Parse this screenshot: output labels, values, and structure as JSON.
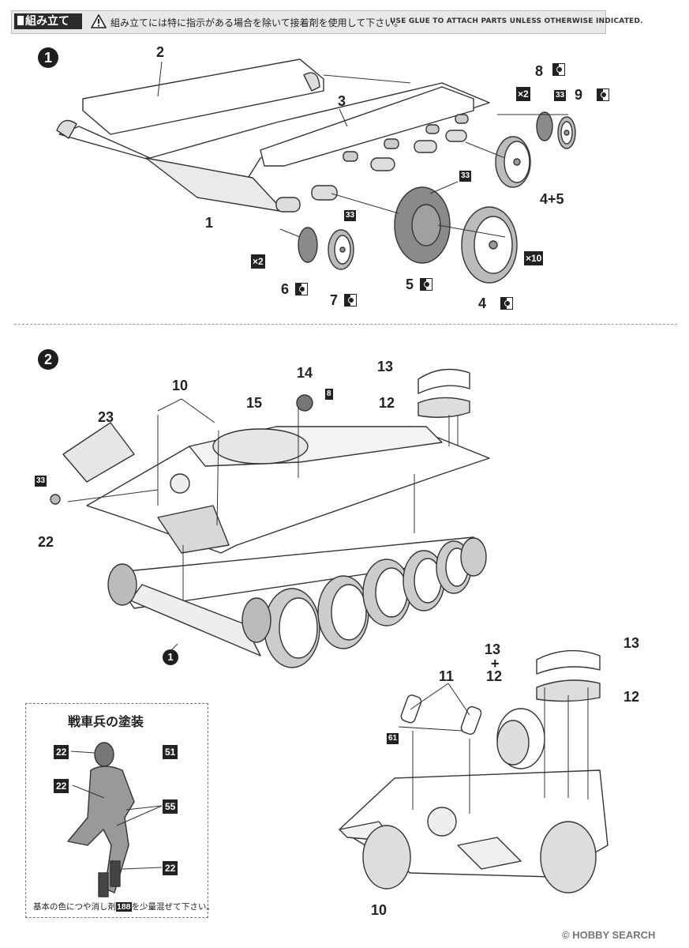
{
  "header": {
    "title": "組み立て",
    "warning_jp": "組み立てには特に指示がある場合を除いて接着剤を使用して下さい。",
    "warning_en": "USE GLUE TO ATTACH PARTS UNLESS OTHERWISE INDICATED."
  },
  "step1": {
    "number": "1",
    "parts": {
      "p1": "1",
      "p2": "2",
      "p3": "3",
      "p4": "4",
      "p45": "4+5",
      "p5": "5",
      "p6": "6",
      "p7": "7",
      "p8": "8",
      "p9": "9"
    },
    "multipliers": {
      "m_top": "×2",
      "m_left": "×2",
      "m_right": "×10"
    },
    "color_codes": {
      "c33a": "33",
      "c33b": "33",
      "c33c": "33"
    }
  },
  "step2": {
    "number": "2",
    "parts": {
      "p10": "10",
      "p11": "11",
      "p12": "12",
      "p13": "13",
      "p14": "14",
      "p15": "15",
      "p22": "22",
      "p23": "23",
      "p1ref": "1",
      "p13plus12_a": "13",
      "p13plus12_plus": "+",
      "p13plus12_b": "12",
      "p12b": "12",
      "p13b": "13",
      "p10b": "10"
    },
    "color_codes": {
      "c8": "8",
      "c33": "33",
      "c61": "61"
    }
  },
  "crew_box": {
    "title": "戦車兵の塗装",
    "callouts": [
      {
        "part": "22",
        "color": "51"
      },
      {
        "part": "22",
        "color": "55"
      },
      {
        "part": "",
        "color": "22"
      }
    ],
    "note_before": "基本の色につや消し剤",
    "note_code": "188",
    "note_after": "を少量混ぜて下さい。"
  },
  "watermark": "© HOBBY SEARCH"
}
